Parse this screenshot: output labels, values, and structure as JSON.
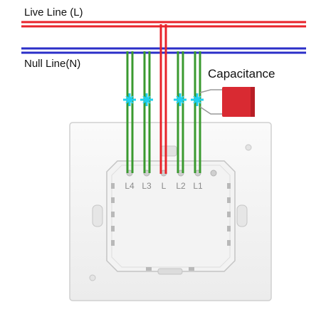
{
  "labels": {
    "live_line": "Live Line (L)",
    "null_line": "Null Line(N)",
    "capacitance": "Capacitance"
  },
  "terminals": [
    "L4",
    "L3",
    "L",
    "L2",
    "L1"
  ],
  "colors": {
    "live_wire": "#e8232a",
    "null_wire": "#2b2fc8",
    "load_wire": "#3a9a2f",
    "capacitor": "#d92a32",
    "spark": "#20d0f0",
    "panel": "#f4f4f4"
  }
}
